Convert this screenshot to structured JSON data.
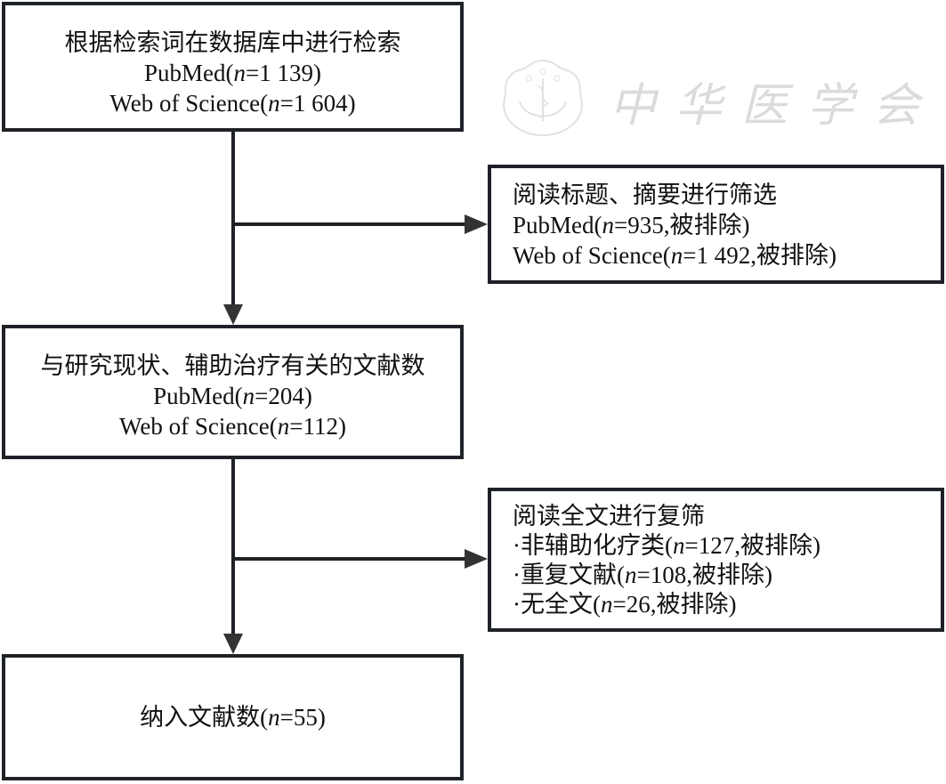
{
  "diagram": {
    "type": "flowchart",
    "watermark": {
      "logo_icon": "chinese-medical-association-emblem",
      "text": "中华医学会"
    },
    "nodes": {
      "search": {
        "title": "根据检索词在数据库中进行检索",
        "lines": [
          {
            "prefix": "PubMed(",
            "n": "n",
            "suffix": "=1 139)"
          },
          {
            "prefix": "Web of Science(",
            "n": "n",
            "suffix": "=1 604)"
          }
        ]
      },
      "screen_title": {
        "title": "阅读标题、摘要进行筛选",
        "lines": [
          {
            "prefix": "PubMed(",
            "n": "n",
            "suffix": "=935,被排除)"
          },
          {
            "prefix": "Web of Science(",
            "n": "n",
            "suffix": "=1 492,被排除)"
          }
        ]
      },
      "relevant": {
        "title": "与研究现状、辅助治疗有关的文献数",
        "lines": [
          {
            "prefix": "PubMed(",
            "n": "n",
            "suffix": "=204)"
          },
          {
            "prefix": "Web of Science(",
            "n": "n",
            "suffix": "=112)"
          }
        ]
      },
      "fulltext": {
        "title": "阅读全文进行复筛",
        "lines": [
          {
            "prefix": "·非辅助化疗类(",
            "n": "n",
            "suffix": "=127,被排除)"
          },
          {
            "prefix": "·重复文献(",
            "n": "n",
            "suffix": "=108,被排除)"
          },
          {
            "prefix": "·无全文(",
            "n": "n",
            "suffix": "=26,被排除)"
          }
        ]
      },
      "included": {
        "lines": [
          {
            "prefix": "纳入文献数(",
            "n": "n",
            "suffix": "=55)"
          }
        ]
      }
    },
    "edges": [
      {
        "from": "search",
        "to": "relevant"
      },
      {
        "from": "search",
        "to": "screen_title"
      },
      {
        "from": "relevant",
        "to": "included"
      },
      {
        "from": "relevant",
        "to": "fulltext"
      }
    ],
    "colors": {
      "stroke": "#1e2226",
      "background": "#ffffff"
    }
  }
}
